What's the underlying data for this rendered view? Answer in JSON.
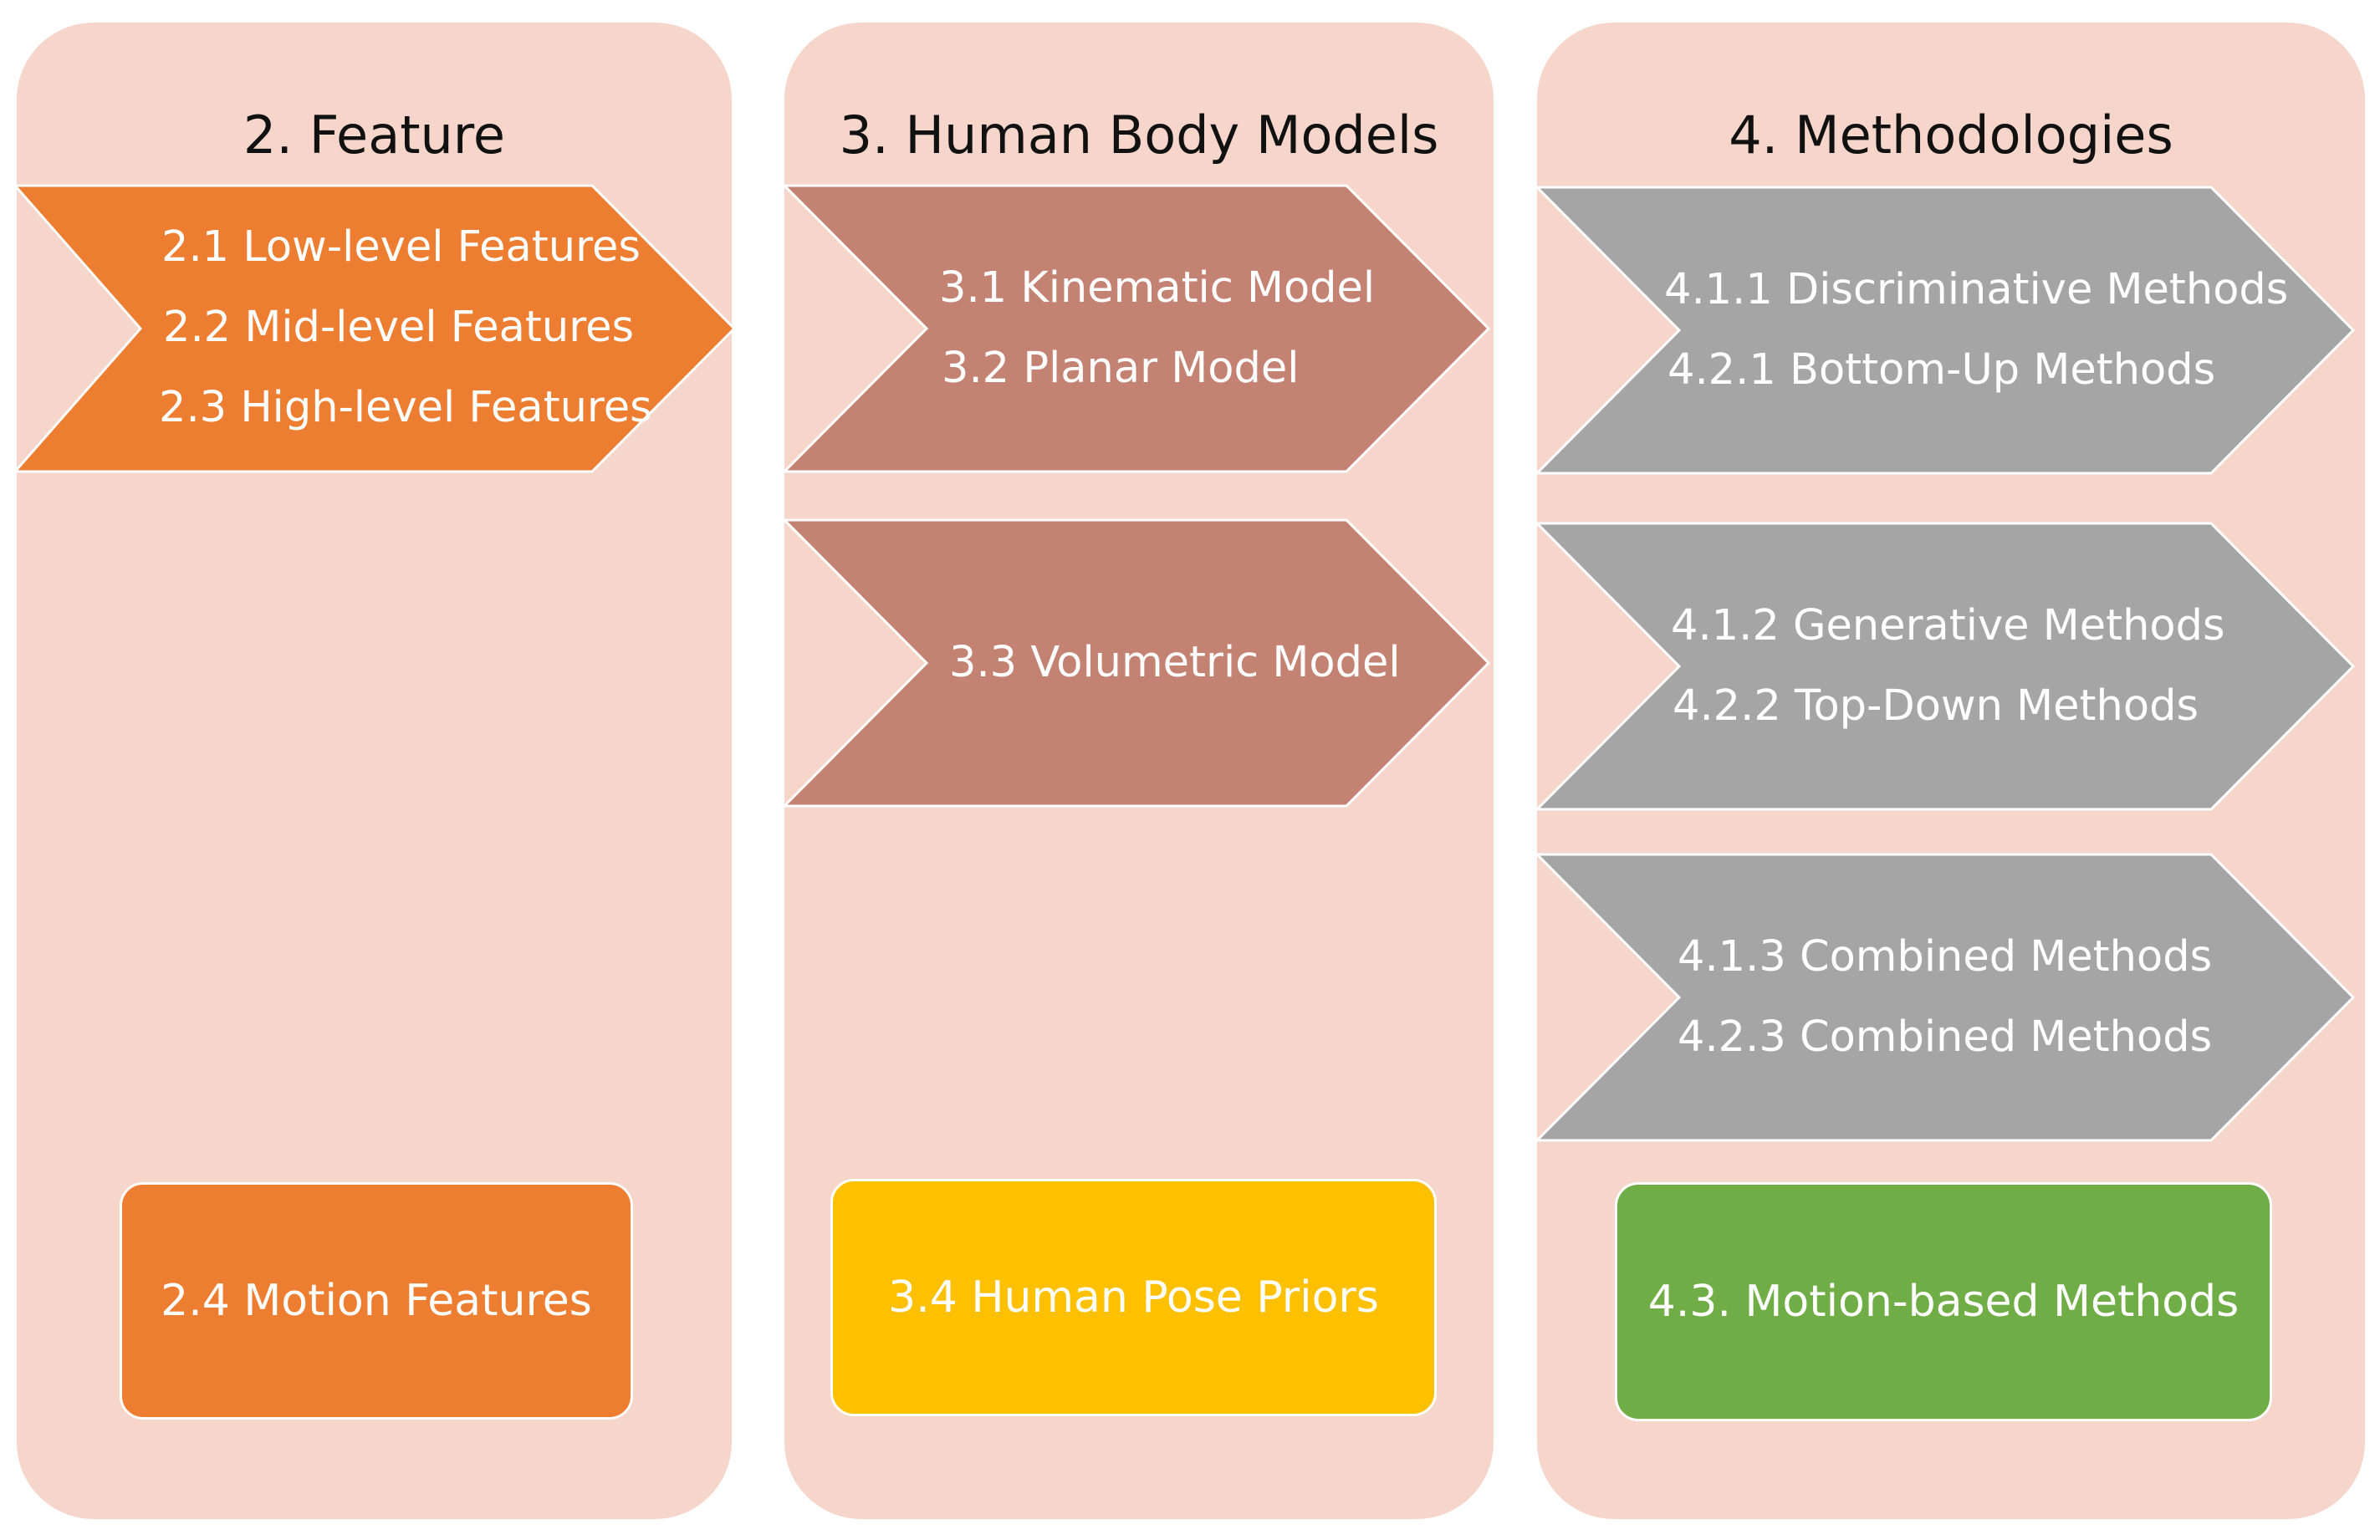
{
  "colors": {
    "panel_bg": "#f6d5cb",
    "feature_orange": "#ed7d31",
    "body_model_brown": "#c48272",
    "method_gray": "#a5a5a5",
    "pose_priors_yellow": "#ffc000",
    "motion_methods_green": "#70ad47"
  },
  "panels": [
    {
      "title": "2. Feature",
      "chevrons": [
        {
          "lines": [
            "2.1 Low-level Features",
            "2.2 Mid-level Features",
            "2.3 High-level Features"
          ]
        }
      ],
      "box": "2.4 Motion Features"
    },
    {
      "title": "3. Human Body Models",
      "chevrons": [
        {
          "lines": [
            "3.1 Kinematic Model",
            "3.2 Planar Model"
          ]
        },
        {
          "lines": [
            "3.3 Volumetric Model"
          ]
        }
      ],
      "box": "3.4 Human Pose Priors"
    },
    {
      "title": "4. Methodologies",
      "chevrons": [
        {
          "lines": [
            "4.1.1 Discriminative Methods",
            "4.2.1 Bottom-Up Methods"
          ]
        },
        {
          "lines": [
            "4.1.2 Generative Methods",
            "4.2.2 Top-Down Methods"
          ]
        },
        {
          "lines": [
            "4.1.3 Combined Methods",
            "4.2.3 Combined Methods"
          ]
        }
      ],
      "box": "4.3. Motion-based Methods"
    }
  ]
}
